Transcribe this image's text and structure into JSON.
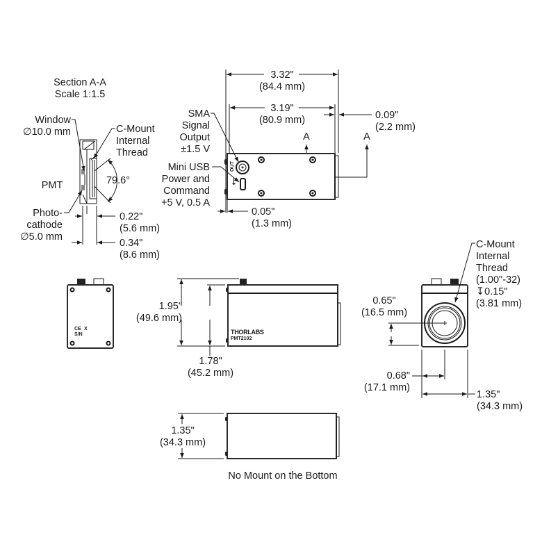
{
  "section_view": {
    "title_line1": "Section A-A",
    "title_line2": "Scale 1:1.5",
    "window_label_1": "Window",
    "window_label_2": "∅10.0 mm",
    "cmount_label_1": "C-Mount",
    "cmount_label_2": "Internal",
    "cmount_label_3": "Thread",
    "pmt_label": "PMT",
    "angle_label": "79.6°",
    "photocathode_label_1": "Photo-",
    "photocathode_label_2": "cathode",
    "photocathode_label_3": "∅5.0 mm",
    "dim1_in": "0.22\"",
    "dim1_mm": "(5.6 mm)",
    "dim2_in": "0.34\"",
    "dim2_mm": "(8.6 mm)"
  },
  "top_view": {
    "length_in": "3.32\"",
    "length_mm": "(84.4 mm)",
    "inner_length_in": "3.19\"",
    "inner_length_mm": "(80.9 mm)",
    "lip_in": "0.09\"",
    "lip_mm": "(2.2 mm)",
    "section_marker": "A",
    "sma_label_1": "SMA",
    "sma_label_2": "Signal",
    "sma_label_3": "Output",
    "sma_label_4": "±1.5 V",
    "usb_label_1": "Mini USB",
    "usb_label_2": "Power and",
    "usb_label_3": "Command",
    "usb_label_4": "+5 V, 0.5 A",
    "connector_tag": "OUT",
    "flange_in": "0.05\"",
    "flange_mm": "(1.3 mm)"
  },
  "side_view": {
    "total_height_in": "1.95\"",
    "total_height_mm": "(49.6 mm)",
    "body_height_in": "1.78\"",
    "body_height_mm": "(45.2 mm)",
    "brand": "THORLABS",
    "model": "PMT2102"
  },
  "back_view": {
    "ce_mark": "CE",
    "weee_mark": "X",
    "serial_tag": "S/N"
  },
  "front_view": {
    "cmount_label_1": "C-Mount",
    "cmount_label_2": "Internal",
    "cmount_label_3": "Thread",
    "cmount_label_4": "(1.00\"-32)",
    "cmount_label_5": "↧0.15\"",
    "cmount_label_6": "(3.81 mm)",
    "center_height_in": "0.65\"",
    "center_height_mm": "(16.5 mm)",
    "center_offset_in": "0.68\"",
    "center_offset_mm": "(17.1 mm)",
    "width_in": "1.35\"",
    "width_mm": "(34.3 mm)"
  },
  "bottom_view": {
    "height_in": "1.35\"",
    "height_mm": "(34.3 mm)",
    "caption": "No Mount on the Bottom"
  }
}
